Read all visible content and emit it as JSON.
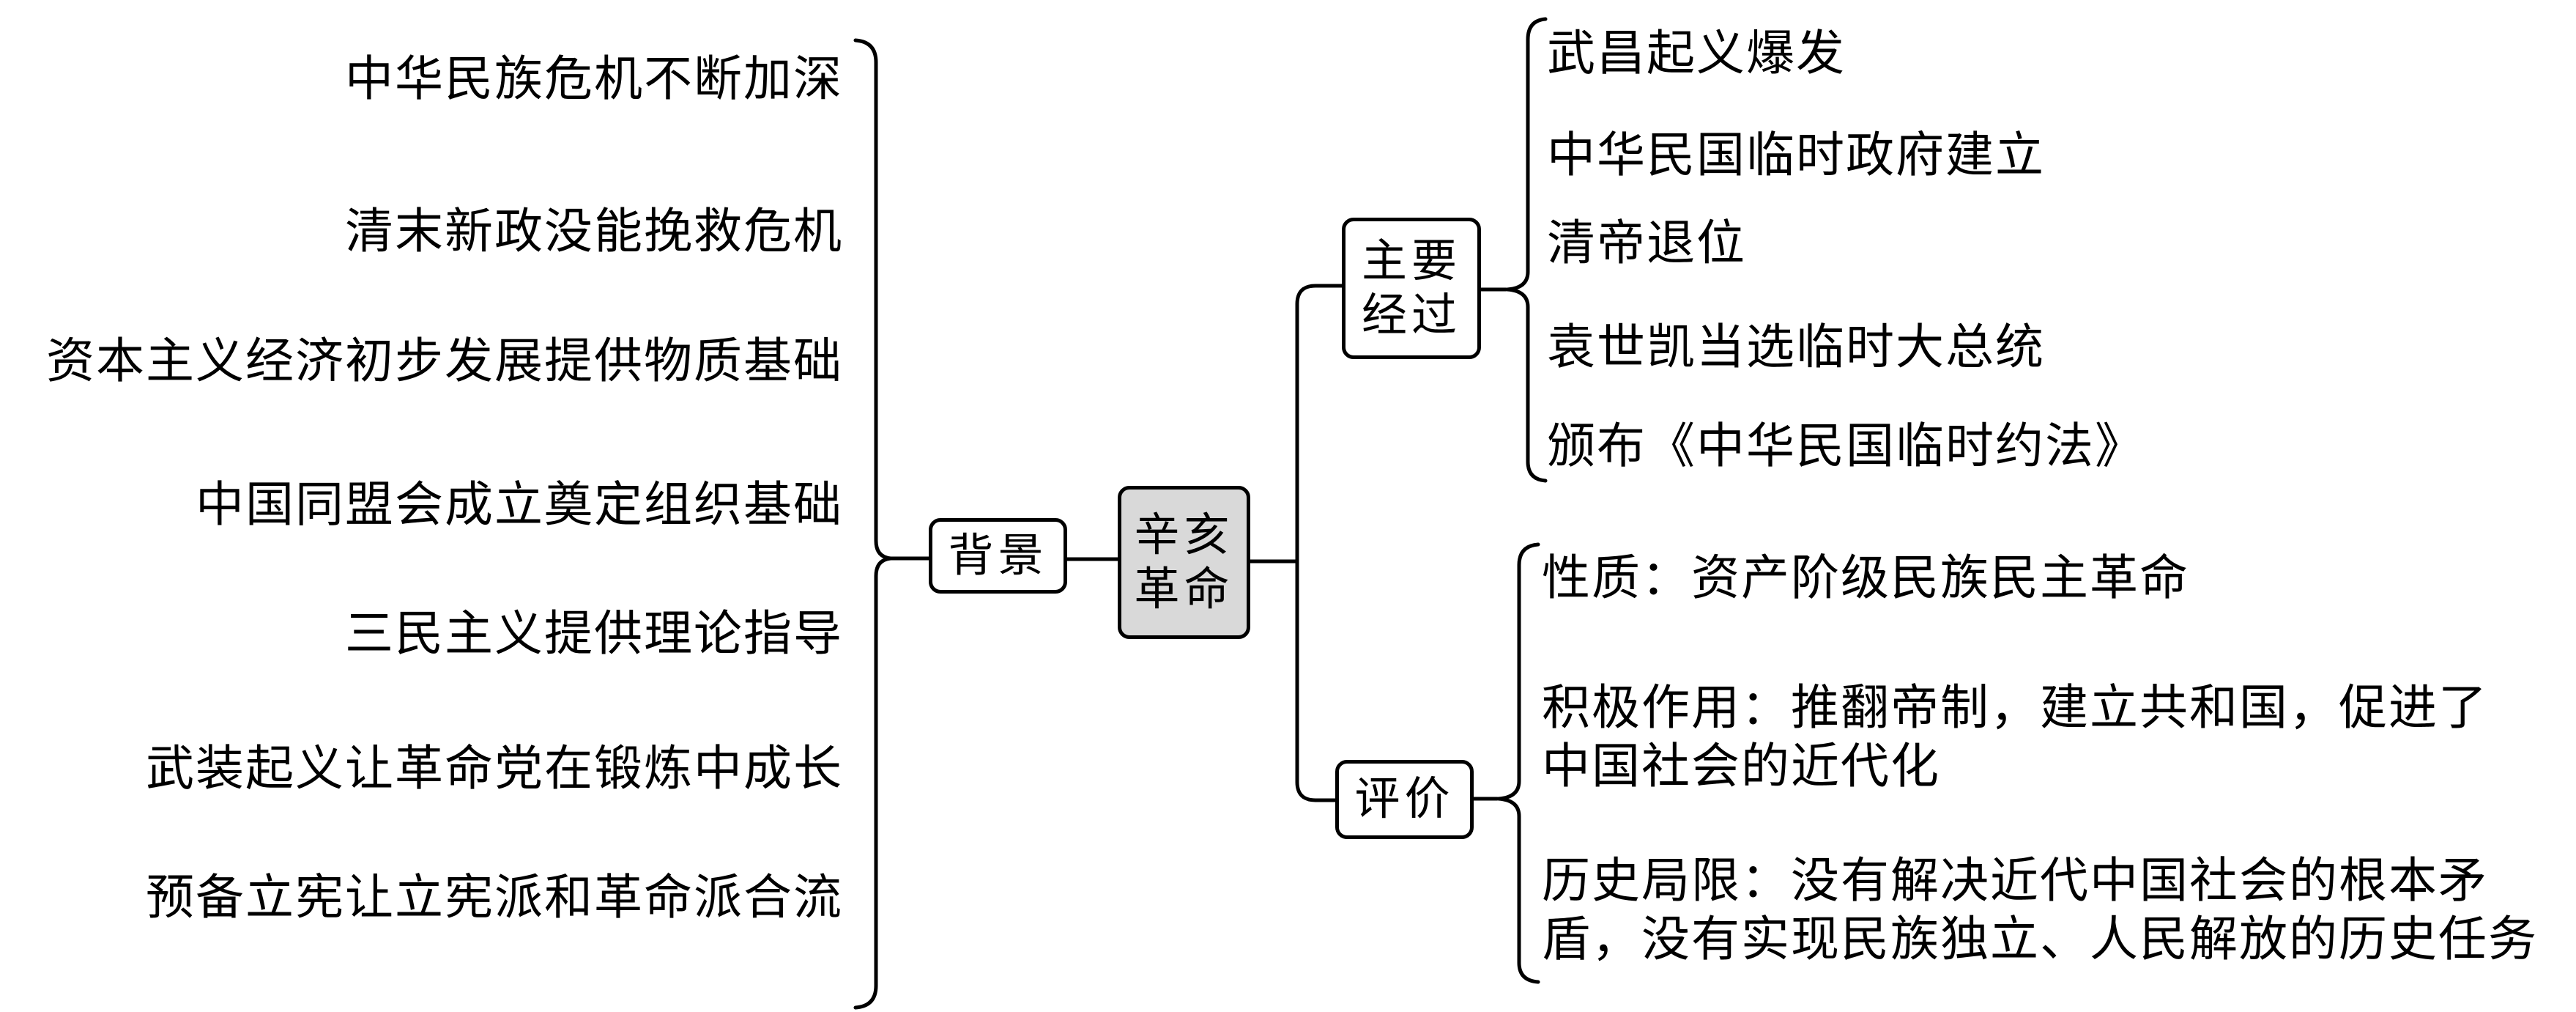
{
  "root": {
    "lines": [
      "辛亥",
      "革命"
    ],
    "fill": "#d9d9d9"
  },
  "background": {
    "label": "背景",
    "items": [
      "中华民族危机不断加深",
      "清末新政没能挽救危机",
      "资本主义经济初步发展提供物质基础",
      "中国同盟会成立奠定组织基础",
      "三民主义提供理论指导",
      "武装起义让革命党在锻炼中成长",
      "预备立宪让立宪派和革命派合流"
    ]
  },
  "course": {
    "lines": [
      "主要",
      "经过"
    ],
    "items": [
      "武昌起义爆发",
      "中华民国临时政府建立",
      "清帝退位",
      "袁世凯当选临时大总统",
      "颁布《中华民国临时约法》"
    ]
  },
  "evaluation": {
    "label": "评价",
    "items": [
      {
        "lines": [
          "性质：资产阶级民族民主革命"
        ]
      },
      {
        "lines": [
          "积极作用：推翻帝制，建立共和国，促进了",
          "中国社会的近代化"
        ]
      },
      {
        "lines": [
          "历史局限：没有解决近代中国社会的根本矛",
          "盾，没有实现民族独立、人民解放的历史任务"
        ]
      }
    ]
  },
  "colors": {
    "stroke": "#000000",
    "root_fill": "#d9d9d9",
    "node_fill": "#ffffff"
  }
}
